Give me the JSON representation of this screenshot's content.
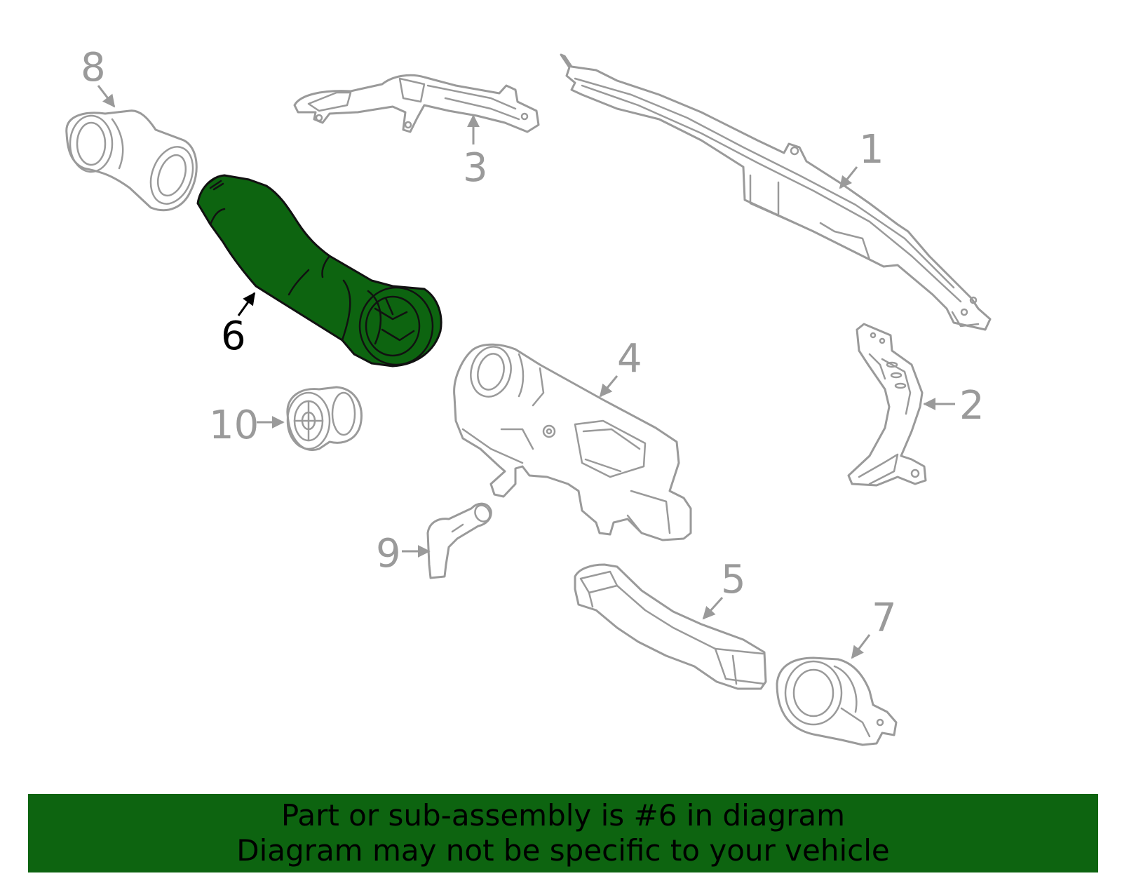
{
  "colors": {
    "highlight_fill": "#0d6410",
    "part_stroke": "#9a9a9a",
    "banner_background": "#0d6410",
    "banner_text": "#000000"
  },
  "highlighted_part": "6",
  "callouts": [
    {
      "id": "1",
      "label": "1"
    },
    {
      "id": "2",
      "label": "2"
    },
    {
      "id": "3",
      "label": "3"
    },
    {
      "id": "4",
      "label": "4"
    },
    {
      "id": "5",
      "label": "5"
    },
    {
      "id": "6",
      "label": "6"
    },
    {
      "id": "7",
      "label": "7"
    },
    {
      "id": "8",
      "label": "8"
    },
    {
      "id": "9",
      "label": "9"
    },
    {
      "id": "10",
      "label": "10"
    }
  ],
  "banner": {
    "line1": "Part or sub-assembly is #6 in diagram",
    "line2": "Diagram may not be specific to your vehicle"
  }
}
